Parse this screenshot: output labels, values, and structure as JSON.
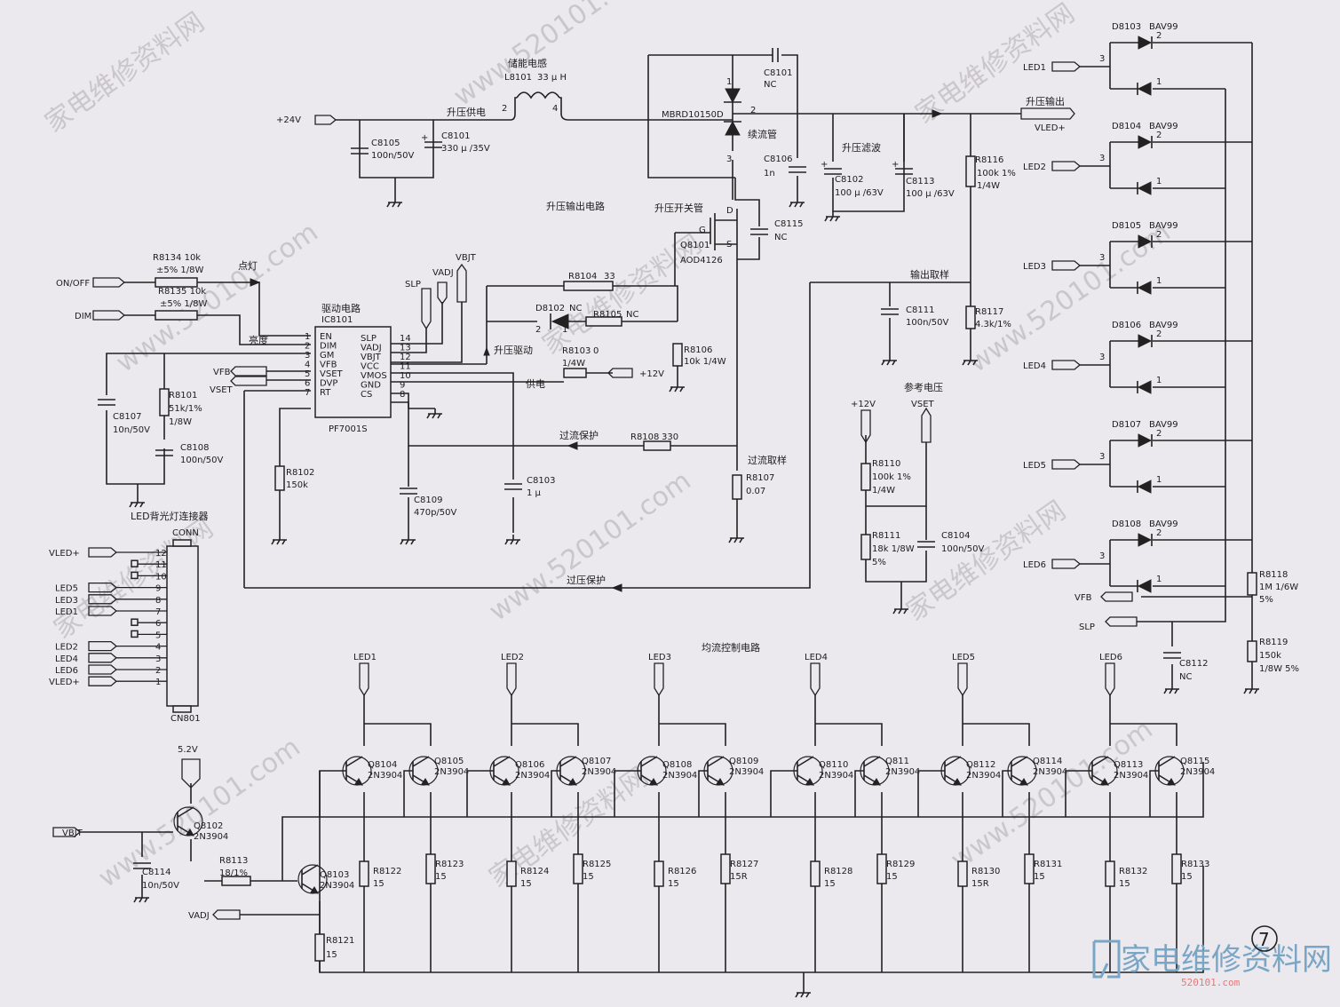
{
  "watermarks": [
    "家电维修资料网",
    "www.520101.com"
  ],
  "logo": {
    "text": "家电维修资料网",
    "url": "520101.com"
  },
  "page_number": "7",
  "inputs": {
    "v24": "+24V",
    "onoff": "ON/OFF",
    "dim": "DIM",
    "vfb": "VFB",
    "vset": "VSET",
    "v12": "+12V",
    "vset2": "VSET",
    "vbjt": "VBJT",
    "vadj": "VADJ",
    "v52": "5.2V",
    "vfb_r": "VFB",
    "slp_r": "SLP"
  },
  "inductor": {
    "title": "储能电感",
    "ref": "L8101",
    "value": "33 μ H",
    "pin_a": "2",
    "pin_b": "4"
  },
  "labels": {
    "boost_supply": "升压供电",
    "boost_out_circuit": "升压输出电路",
    "switch_tube": "升压开关管",
    "freewheel": "续流管",
    "boost_filter": "升压滤波",
    "boost_output": "升压输出",
    "vled_out": "VLED+",
    "output_sample": "输出取样",
    "ref_voltage": "参考电压",
    "light": "点灯",
    "brightness": "亮度",
    "drive_chip": "驱动电路",
    "boost_drive": "升压驱动",
    "supply": "供电",
    "overcurrent": "过流保护",
    "overcurrent_sample": "过流取样",
    "overvoltage": "过压保护",
    "balance_circuit": "均流控制电路",
    "connector": "LED背光灯连接器",
    "slp": "SLP",
    "vadj": "VADJ",
    "vbjt": "VBJT"
  },
  "ic": {
    "ref": "IC8101",
    "part": "PF7001S",
    "left_pins": [
      {
        "n": "1",
        "name": "EN"
      },
      {
        "n": "2",
        "name": "DIM"
      },
      {
        "n": "3",
        "name": "GM"
      },
      {
        "n": "4",
        "name": "VFB"
      },
      {
        "n": "5",
        "name": "VSET"
      },
      {
        "n": "6",
        "name": "DVP"
      },
      {
        "n": "7",
        "name": "RT"
      }
    ],
    "right_pins": [
      {
        "n": "14",
        "name": "SLP"
      },
      {
        "n": "13",
        "name": "VADJ"
      },
      {
        "n": "12",
        "name": "VBJT"
      },
      {
        "n": "11",
        "name": "VCC"
      },
      {
        "n": "10",
        "name": "VMOS"
      },
      {
        "n": "9",
        "name": "GND"
      },
      {
        "n": "8",
        "name": "CS"
      }
    ]
  },
  "parts": {
    "c8105": [
      "C8105",
      "100n/50V"
    ],
    "c8101": [
      "C8101",
      "330 μ /35V"
    ],
    "c8101nc": [
      "C8101",
      "NC"
    ],
    "diode_main": [
      "MBRD10150D",
      "1",
      "2",
      "3"
    ],
    "c8106": [
      "C8106",
      "1n"
    ],
    "c8102": [
      "C8102",
      "100 μ /63V"
    ],
    "c8113": [
      "C8113",
      "100 μ /63V"
    ],
    "c8115": [
      "C8115",
      "NC"
    ],
    "q8101": [
      "Q8101",
      "AOD4126",
      "G",
      "D",
      "S"
    ],
    "r8116": [
      "R8116",
      "100k 1%",
      "1/4W"
    ],
    "r8117": [
      "R8117",
      "4.3k/1%"
    ],
    "c8111": [
      "C8111",
      "100n/50V"
    ],
    "r8134": [
      "R8134 10k",
      "±5% 1/8W"
    ],
    "r8135": [
      "R8135 10k",
      "±5% 1/8W"
    ],
    "r8104": [
      "R8104",
      "33"
    ],
    "d8102": [
      "D8102",
      "NC",
      "2",
      "1"
    ],
    "r8105": [
      "R8105",
      "NC"
    ],
    "r8106": [
      "R8106",
      "10k 1/4W"
    ],
    "r8103": [
      "R8103",
      "0",
      "1/4W"
    ],
    "c8107": [
      "C8107",
      "10n/50V"
    ],
    "r8101": [
      "R8101",
      "51k/1%",
      "1/8W"
    ],
    "c8108": [
      "C8108",
      "100n/50V"
    ],
    "r8102": [
      "R8102",
      "150k"
    ],
    "c8109": [
      "C8109",
      "470p/50V"
    ],
    "c8103": [
      "C8103",
      "1 μ"
    ],
    "r8108": [
      "R8108",
      "330"
    ],
    "r8107": [
      "R8107",
      "0.07"
    ],
    "r8110": [
      "R8110",
      "100k 1%",
      "1/4W"
    ],
    "r8111": [
      "R8111",
      "18k 1/8W",
      "5%"
    ],
    "c8104": [
      "C8104",
      "100n/50V"
    ],
    "r8118": [
      "R8118",
      "1M 1/6W",
      "5%"
    ],
    "r8119": [
      "R8119",
      "150k",
      "1/8W 5%"
    ],
    "c8112": [
      "C8112",
      "NC"
    ],
    "q8102": [
      "Q8102",
      "2N3904"
    ],
    "c8114": [
      "C8114",
      "10n/50V"
    ],
    "r8113": [
      "R8113",
      "18/1%"
    ],
    "q8103": [
      "Q8103",
      "2N3904"
    ],
    "r8121": [
      "R8121",
      "15"
    ]
  },
  "diodes": [
    {
      "ref": "D8103",
      "part": "BAV99",
      "led": "LED1"
    },
    {
      "ref": "D8104",
      "part": "BAV99",
      "led": "LED2"
    },
    {
      "ref": "D8105",
      "part": "BAV99",
      "led": "LED3"
    },
    {
      "ref": "D8106",
      "part": "BAV99",
      "led": "LED4"
    },
    {
      "ref": "D8107",
      "part": "BAV99",
      "led": "LED5"
    },
    {
      "ref": "D8108",
      "part": "BAV99",
      "led": "LED6"
    }
  ],
  "diode_pins": [
    "3",
    "2",
    "1"
  ],
  "conn": {
    "ref": "CONN",
    "part": "CN801",
    "pins": [
      {
        "n": "12",
        "sig": "VLED+"
      },
      {
        "n": "11",
        "sig": ""
      },
      {
        "n": "10",
        "sig": ""
      },
      {
        "n": "9",
        "sig": "LED5"
      },
      {
        "n": "8",
        "sig": "LED3"
      },
      {
        "n": "7",
        "sig": "LED1"
      },
      {
        "n": "6",
        "sig": ""
      },
      {
        "n": "5",
        "sig": ""
      },
      {
        "n": "4",
        "sig": "LED2"
      },
      {
        "n": "3",
        "sig": "LED4"
      },
      {
        "n": "2",
        "sig": "LED6"
      },
      {
        "n": "1",
        "sig": "VLED+"
      }
    ]
  },
  "balance": [
    {
      "led": "LED1",
      "q1": "Q8104",
      "q2": "Q8105",
      "ra": "R8122",
      "rav": "15",
      "rb": "R8123",
      "rbv": "15"
    },
    {
      "led": "LED2",
      "q1": "Q8106",
      "q2": "Q8107",
      "ra": "R8124",
      "rav": "15",
      "rb": "R8125",
      "rbv": "15"
    },
    {
      "led": "LED3",
      "q1": "Q8108",
      "q2": "Q8109",
      "ra": "R8126",
      "rav": "15",
      "rb": "R8127",
      "rbv": "15R"
    },
    {
      "led": "LED4",
      "q1": "Q8110",
      "q2": "Q811",
      "ra": "R8128",
      "rav": "15",
      "rb": "R8129",
      "rbv": "15"
    },
    {
      "led": "LED5",
      "q1": "Q8112",
      "q2": "Q8114",
      "ra": "R8130",
      "rav": "15R",
      "rb": "R8131",
      "rbv": "15"
    },
    {
      "led": "LED6",
      "q1": "Q8113",
      "q2": "Q8115",
      "ra": "R8132",
      "rav": "15",
      "rb": "R8133",
      "rbv": "15"
    }
  ],
  "transistor_part": "2N3904"
}
